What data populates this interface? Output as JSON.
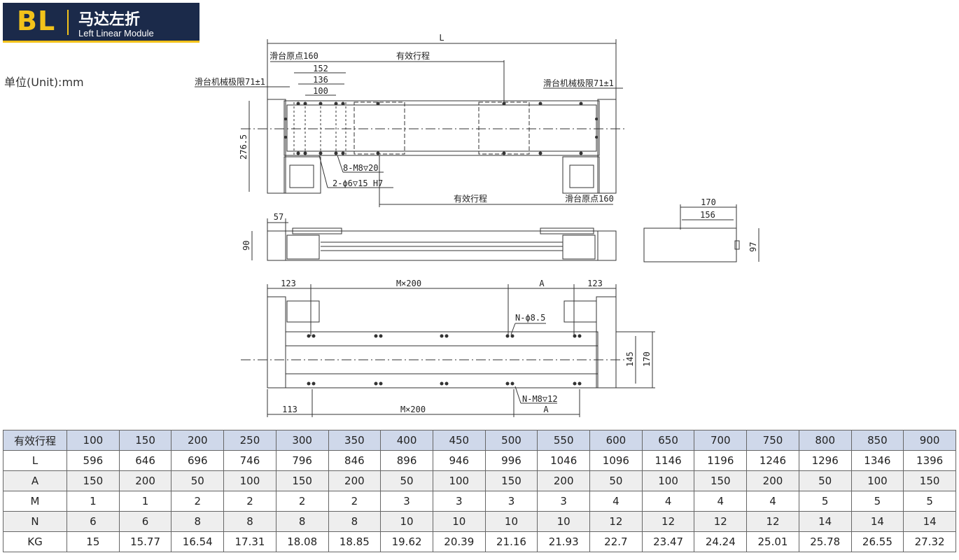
{
  "header": {
    "code": "BL",
    "title_cn": "马达左折",
    "title_en": "Left Linear Module"
  },
  "unit_label": "单位(Unit):mm",
  "drawing_labels": {
    "L": "L",
    "origin_160": "滑台原点160",
    "effective_stroke": "有效行程",
    "dim_152": "152",
    "dim_136": "136",
    "dim_100": "100",
    "limit_left": "滑台机械极限71±1",
    "limit_right": "滑台机械极限71±1",
    "dim_276_5": "276.5",
    "hole_8m8": "8-M8",
    "hole_8m8_depth": "20",
    "hole_2phi6": "2-ϕ6",
    "hole_2phi6_depth": "15 H7",
    "effective_stroke_bottom": "有效行程",
    "origin_160_bottom": "滑台原点160",
    "dim_57": "57",
    "dim_90": "90",
    "dim_170_side": "170",
    "dim_156": "156",
    "dim_97": "97",
    "dim_123_left": "123",
    "m_x_200_top": "M×200",
    "A_top": "A",
    "dim_123_right": "123",
    "n_phi8_5": "N-ϕ8.5",
    "dim_145": "145",
    "dim_170_bottom": "170",
    "dim_113": "113",
    "m_x_200_bottom": "M×200",
    "n_m8": "N-M8",
    "n_m8_depth": "12",
    "A_bottom": "A"
  },
  "table": {
    "rows": [
      {
        "label": "有效行程",
        "values": [
          "100",
          "150",
          "200",
          "250",
          "300",
          "350",
          "400",
          "450",
          "500",
          "550",
          "600",
          "650",
          "700",
          "750",
          "800",
          "850",
          "900"
        ]
      },
      {
        "label": "L",
        "values": [
          "596",
          "646",
          "696",
          "746",
          "796",
          "846",
          "896",
          "946",
          "996",
          "1046",
          "1096",
          "1146",
          "1196",
          "1246",
          "1296",
          "1346",
          "1396"
        ]
      },
      {
        "label": "A",
        "values": [
          "150",
          "200",
          "50",
          "100",
          "150",
          "200",
          "50",
          "100",
          "150",
          "200",
          "50",
          "100",
          "150",
          "200",
          "50",
          "100",
          "150"
        ]
      },
      {
        "label": "M",
        "values": [
          "1",
          "1",
          "2",
          "2",
          "2",
          "2",
          "3",
          "3",
          "3",
          "3",
          "4",
          "4",
          "4",
          "4",
          "5",
          "5",
          "5"
        ]
      },
      {
        "label": "N",
        "values": [
          "6",
          "6",
          "8",
          "8",
          "8",
          "8",
          "10",
          "10",
          "10",
          "10",
          "12",
          "12",
          "12",
          "12",
          "14",
          "14",
          "14"
        ]
      },
      {
        "label": "KG",
        "values": [
          "15",
          "15.77",
          "16.54",
          "17.31",
          "18.08",
          "18.85",
          "19.62",
          "20.39",
          "21.16",
          "21.93",
          "22.7",
          "23.47",
          "24.24",
          "25.01",
          "25.78",
          "26.55",
          "27.32"
        ]
      }
    ]
  }
}
